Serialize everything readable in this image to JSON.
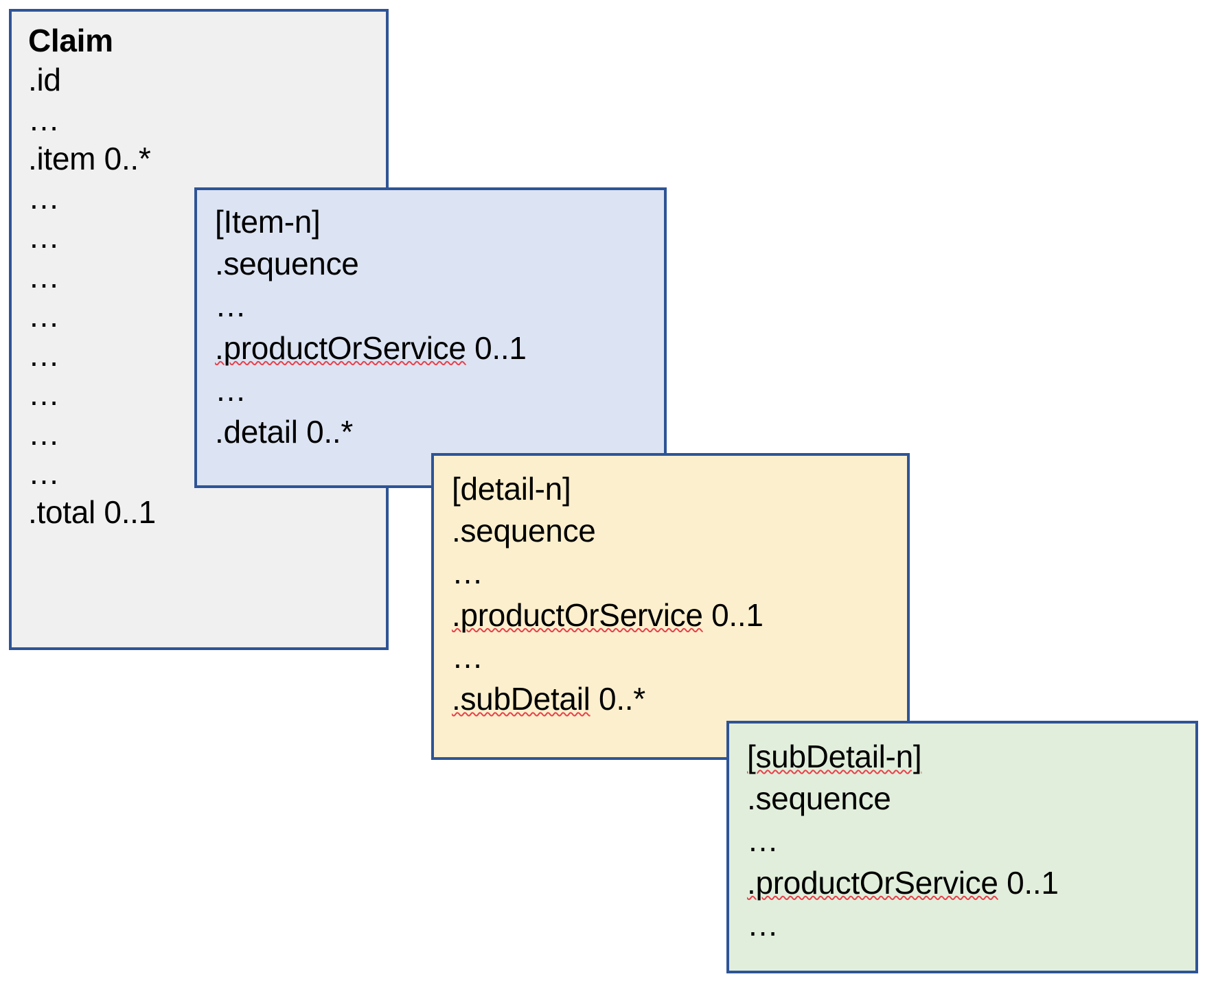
{
  "diagram": {
    "title": "FHIR Claim resource nesting diagram",
    "colors": {
      "border": "#2e5496",
      "claim_fill": "#f0f0f0",
      "item_fill": "#dce3f2",
      "detail_fill": "#fcefcd",
      "subdetail_fill": "#e1eedb",
      "text": "#000000",
      "spellcheck_underline": "#e8404a"
    },
    "boxes": [
      {
        "id": "claim",
        "name": "Claim",
        "lines": [
          {
            "text": "Claim",
            "bold": true,
            "spellcheck": false
          },
          {
            "text": ".id",
            "bold": false,
            "spellcheck": false
          },
          {
            "text": "…",
            "bold": false,
            "spellcheck": false
          },
          {
            "text": ".item 0..*",
            "bold": false,
            "spellcheck": false
          },
          {
            "text": "…",
            "bold": false,
            "spellcheck": false
          },
          {
            "text": "…",
            "bold": false,
            "spellcheck": false
          },
          {
            "text": "…",
            "bold": false,
            "spellcheck": false
          },
          {
            "text": "…",
            "bold": false,
            "spellcheck": false
          },
          {
            "text": "…",
            "bold": false,
            "spellcheck": false
          },
          {
            "text": "…",
            "bold": false,
            "spellcheck": false
          },
          {
            "text": "…",
            "bold": false,
            "spellcheck": false
          },
          {
            "text": "…",
            "bold": false,
            "spellcheck": false
          },
          {
            "text": ".total 0..1",
            "bold": false,
            "spellcheck": false
          }
        ]
      },
      {
        "id": "item",
        "name": "Item-n",
        "lines": [
          {
            "text": "[Item-n]",
            "bold": false,
            "spellcheck": false
          },
          {
            "text": ".sequence",
            "bold": false,
            "spellcheck": false
          },
          {
            "text": "…",
            "bold": false,
            "spellcheck": false
          },
          {
            "text": ".productOrService 0..1",
            "bold": false,
            "spellcheck": true,
            "spell_span": ".productOrService"
          },
          {
            "text": "…",
            "bold": false,
            "spellcheck": false
          },
          {
            "text": ".detail 0..*",
            "bold": false,
            "spellcheck": false
          }
        ]
      },
      {
        "id": "detail",
        "name": "detail-n",
        "lines": [
          {
            "text": "[detail-n]",
            "bold": false,
            "spellcheck": false
          },
          {
            "text": ".sequence",
            "bold": false,
            "spellcheck": false
          },
          {
            "text": "…",
            "bold": false,
            "spellcheck": false
          },
          {
            "text": ".productOrService 0..1",
            "bold": false,
            "spellcheck": true,
            "spell_span": ".productOrService"
          },
          {
            "text": "…",
            "bold": false,
            "spellcheck": false
          },
          {
            "text": ".subDetail 0..*",
            "bold": false,
            "spellcheck": true,
            "spell_span": ".subDetail"
          }
        ]
      },
      {
        "id": "subdetail",
        "name": "subDetail-n",
        "lines": [
          {
            "text": "[subDetail-n]",
            "bold": false,
            "spellcheck": true,
            "spell_span": "[subDetail-n]"
          },
          {
            "text": ".sequence",
            "bold": false,
            "spellcheck": false
          },
          {
            "text": "…",
            "bold": false,
            "spellcheck": false
          },
          {
            "text": ".productOrService 0..1",
            "bold": false,
            "spellcheck": true,
            "spell_span": ".productOrService"
          },
          {
            "text": "…",
            "bold": false,
            "spellcheck": false
          }
        ]
      }
    ]
  }
}
